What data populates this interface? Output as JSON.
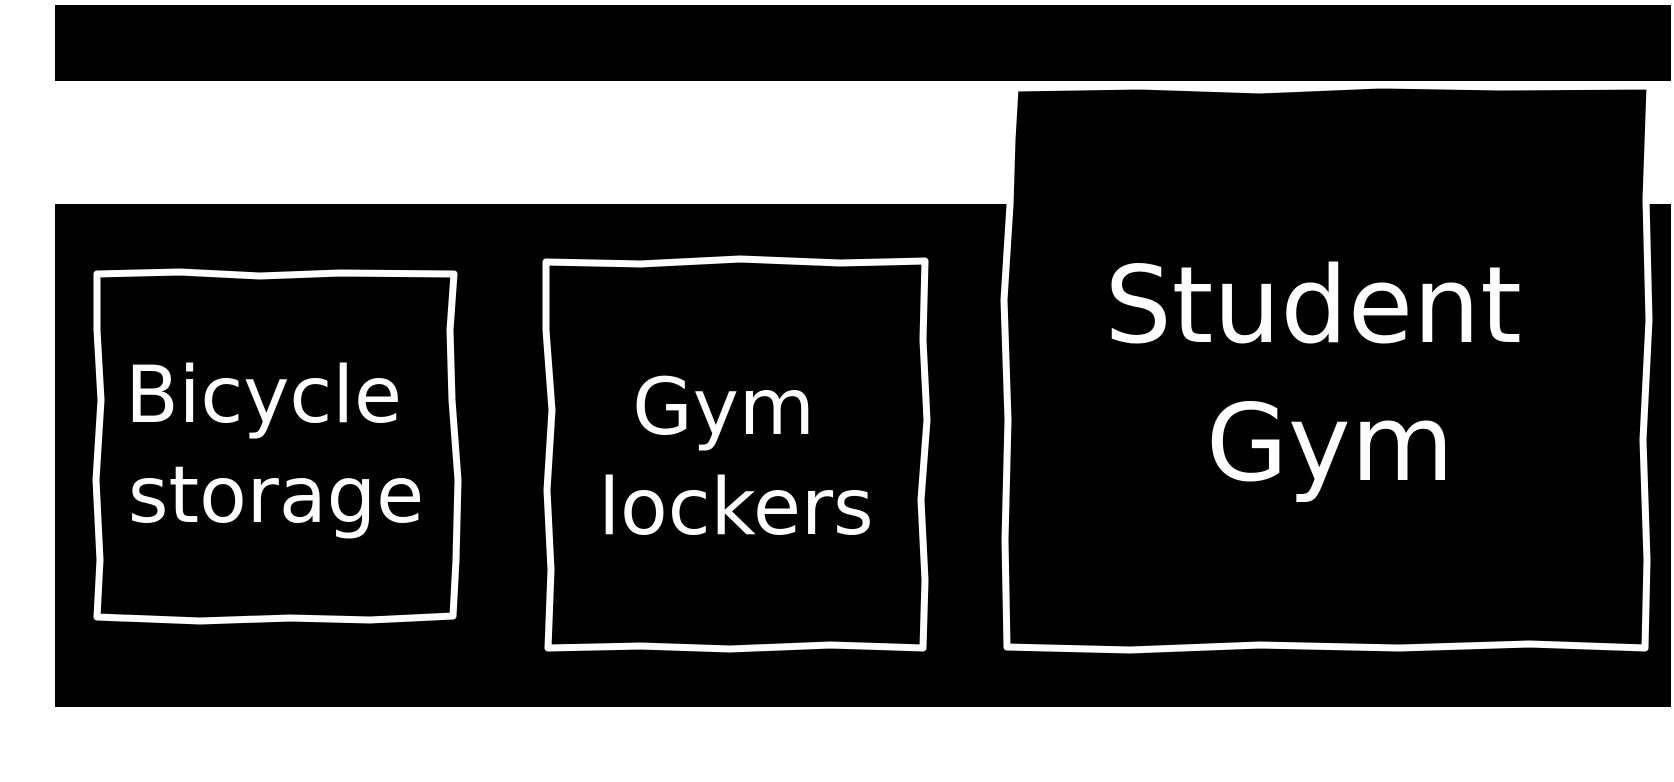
{
  "colors": {
    "background": "#ffffff",
    "fill": "#000000",
    "outline": "#ffffff",
    "text": "#ffffff"
  },
  "rooms": [
    {
      "id": "bicycle-storage",
      "lines": [
        "Bicycle",
        "storage"
      ]
    },
    {
      "id": "gym-lockers",
      "lines": [
        "Gym",
        "lockers"
      ]
    },
    {
      "id": "student-gym",
      "lines": [
        "Student",
        "Gym"
      ]
    }
  ]
}
